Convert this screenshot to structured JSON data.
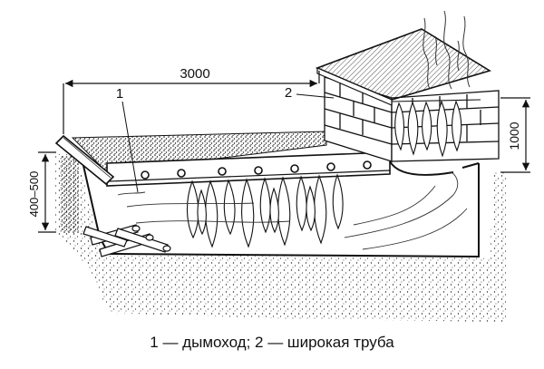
{
  "dimensions": {
    "length": "3000",
    "height_right": "1000",
    "depth_left": "400–500"
  },
  "callouts": {
    "flue_number": "1",
    "wide_pipe_number": "2"
  },
  "caption": "1 — дымоход; 2 — широкая труба"
}
